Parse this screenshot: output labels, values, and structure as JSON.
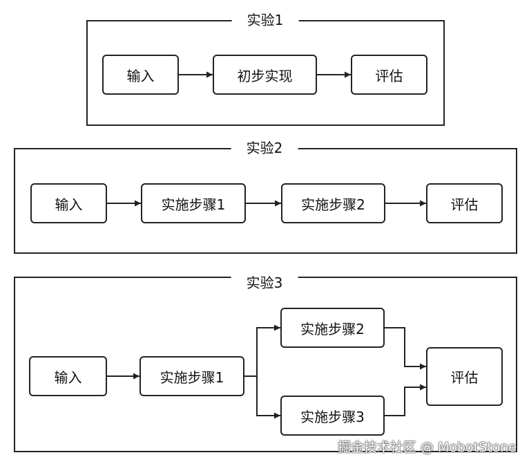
{
  "frames": [
    {
      "title": "实验1"
    },
    {
      "title": "实验2"
    },
    {
      "title": "实验3"
    }
  ],
  "exp1": {
    "input": "输入",
    "step": "初步实现",
    "evaluate": "评估"
  },
  "exp2": {
    "input": "输入",
    "step1": "实施步骤1",
    "step2": "实施步骤2",
    "evaluate": "评估"
  },
  "exp3": {
    "input": "输入",
    "step1": "实施步骤1",
    "step2": "实施步骤2",
    "step3": "实施步骤3",
    "evaluate": "评估"
  },
  "watermark": "掘金技术社区 @ MobotStone",
  "colors": {
    "stroke": "#222222",
    "background": "#ffffff"
  }
}
